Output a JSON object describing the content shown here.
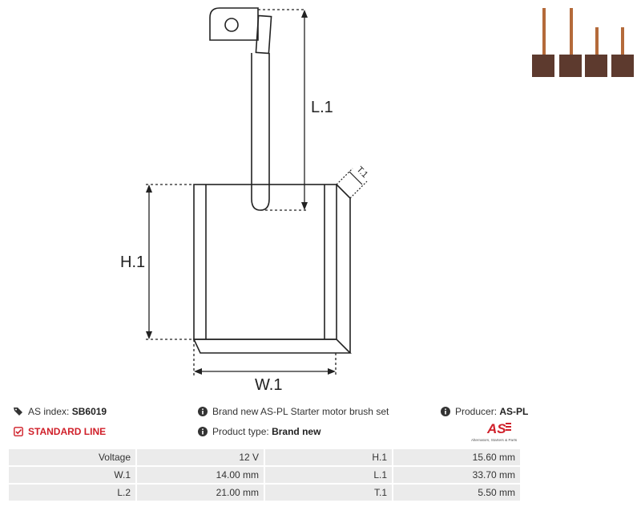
{
  "drawing": {
    "dimensions": {
      "l1": "L.1",
      "h1": "H.1",
      "w1": "W.1",
      "t1": "T.1"
    }
  },
  "info": {
    "as_index_label": "AS index:",
    "as_index_value": "SB6019",
    "line_label": "STANDARD LINE",
    "description": "Brand new AS-PL Starter motor brush set",
    "product_type_label": "Product type:",
    "product_type_value": "Brand new",
    "producer_label": "Producer:",
    "producer_value": "AS-PL"
  },
  "logo": {
    "text": "AS",
    "tagline": "Alternators, Starters & Parts"
  },
  "colors": {
    "accent_red": "#d0202a",
    "table_cell": "#ebebeb"
  },
  "specs": [
    {
      "label1": "Voltage",
      "value1": "12 V",
      "label2": "H.1",
      "value2": "15.60 mm"
    },
    {
      "label1": "W.1",
      "value1": "14.00 mm",
      "label2": "L.1",
      "value2": "33.70 mm"
    },
    {
      "label1": "L.2",
      "value1": "21.00 mm",
      "label2": "T.1",
      "value2": "5.50 mm"
    }
  ]
}
